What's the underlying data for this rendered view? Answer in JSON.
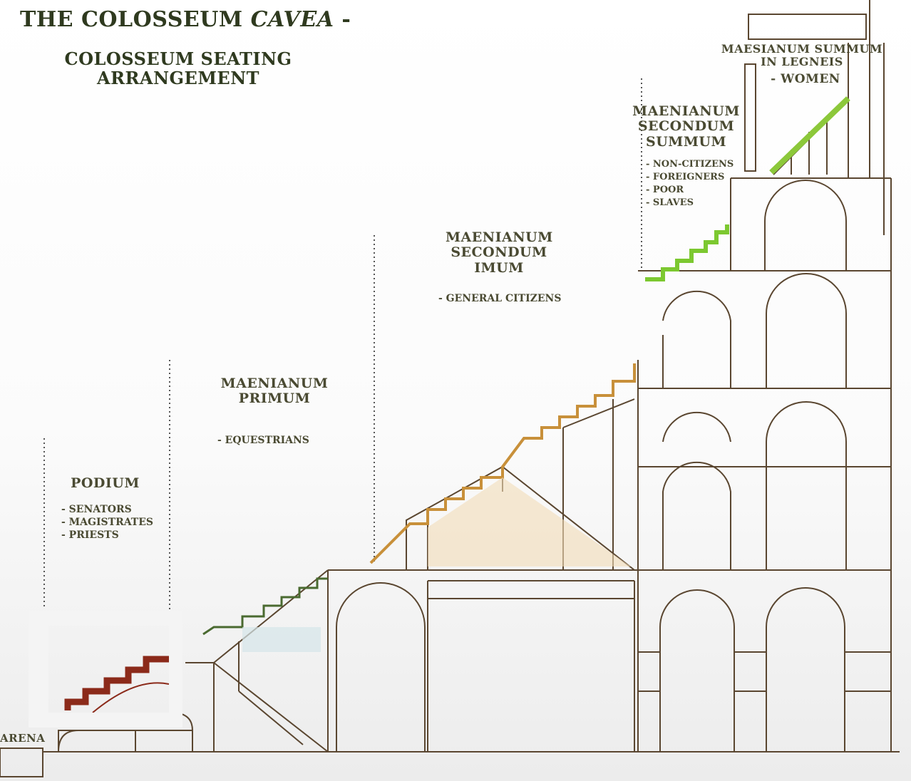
{
  "title": {
    "main": "THE COLOSSEUM ",
    "italic": "CAVEA",
    "dash": " -"
  },
  "subtitle": "COLOSSEUM SEATING ARRANGEMENT",
  "sections": {
    "arena": {
      "name": "ARENA"
    },
    "podium": {
      "name": "PODIUM",
      "groups": [
        "- SENATORS",
        "- MAGISTRATES",
        "- PRIESTS"
      ],
      "color": "#8b2a1a"
    },
    "primum": {
      "name": "MAENIANUM PRIMUM",
      "groups": [
        "- EQUESTRIANS"
      ],
      "color": "#5a7a3a"
    },
    "secondum_imum": {
      "name": "MAENIANUM SECONDUM IMUM",
      "groups": [
        "- GENERAL CITIZENS"
      ],
      "color": "#c8903a"
    },
    "secondum_summum": {
      "name": "MAENIANUM SECONDUM SUMMUM",
      "groups": [
        "- NON-CITIZENS",
        "- FOREIGNERS",
        "- POOR",
        "- SLAVES"
      ],
      "color": "#7cc830"
    },
    "summum_legneis": {
      "name": "MAESIANUM SUMMUM IN LEGNEIS",
      "groups": [
        "- WOMEN"
      ],
      "color": "#8cc83a"
    }
  }
}
